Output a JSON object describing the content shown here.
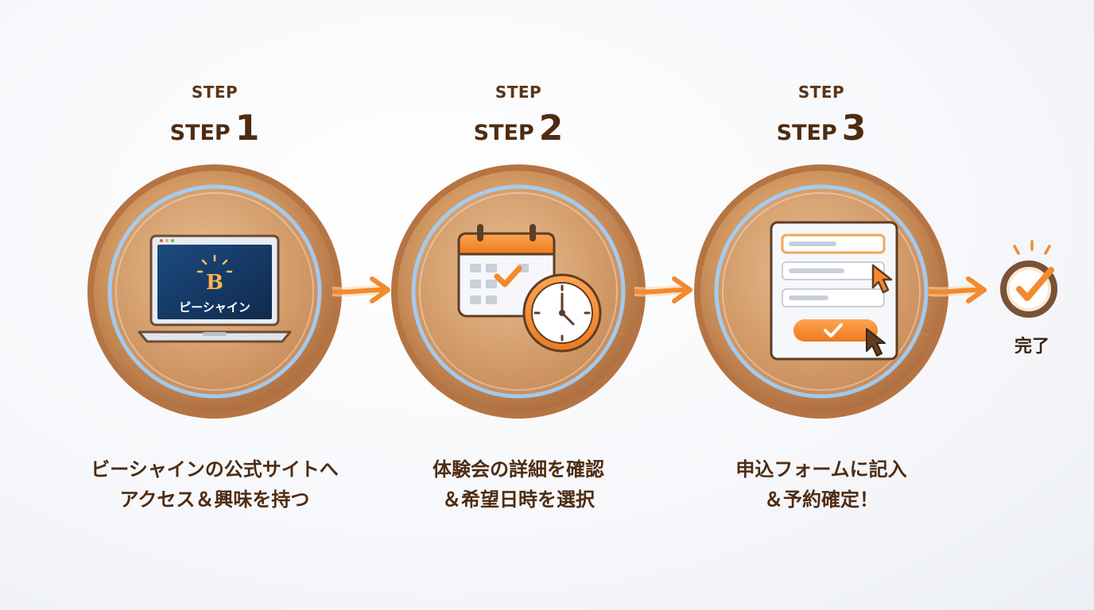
{
  "steps": [
    {
      "heading_small": "STEP",
      "heading_word": "STEP",
      "heading_number": "1",
      "screen_brand": "ピーシャイン",
      "caption_line1": "ビーシャインの公式サイトへ",
      "caption_line2": "アクセス＆興味を持つ"
    },
    {
      "heading_small": "STEP",
      "heading_word": "STEP",
      "heading_number": "2",
      "caption_line1": "体験会の詳細を確認",
      "caption_line2": "＆希望日時を選択"
    },
    {
      "heading_small": "STEP",
      "heading_word": "STEP",
      "heading_number": "3",
      "caption_line1": "申込フォームに記入",
      "caption_line2": "＆予約確定！"
    }
  ],
  "completion": {
    "label": "完了"
  },
  "colors": {
    "wood_light": "#d9a06a",
    "wood_dark": "#a8683a",
    "text_brown": "#4e2c12",
    "accent_orange": "#f28a2e",
    "glow_blue": "#8ec4ff",
    "laptop_screen": "#173a66"
  },
  "icons": {
    "step1": "laptop-icon",
    "step2": "calendar-clock-icon",
    "step3": "form-cursor-icon",
    "connector": "arrow-right-icon",
    "completion": "check-circle-icon"
  }
}
